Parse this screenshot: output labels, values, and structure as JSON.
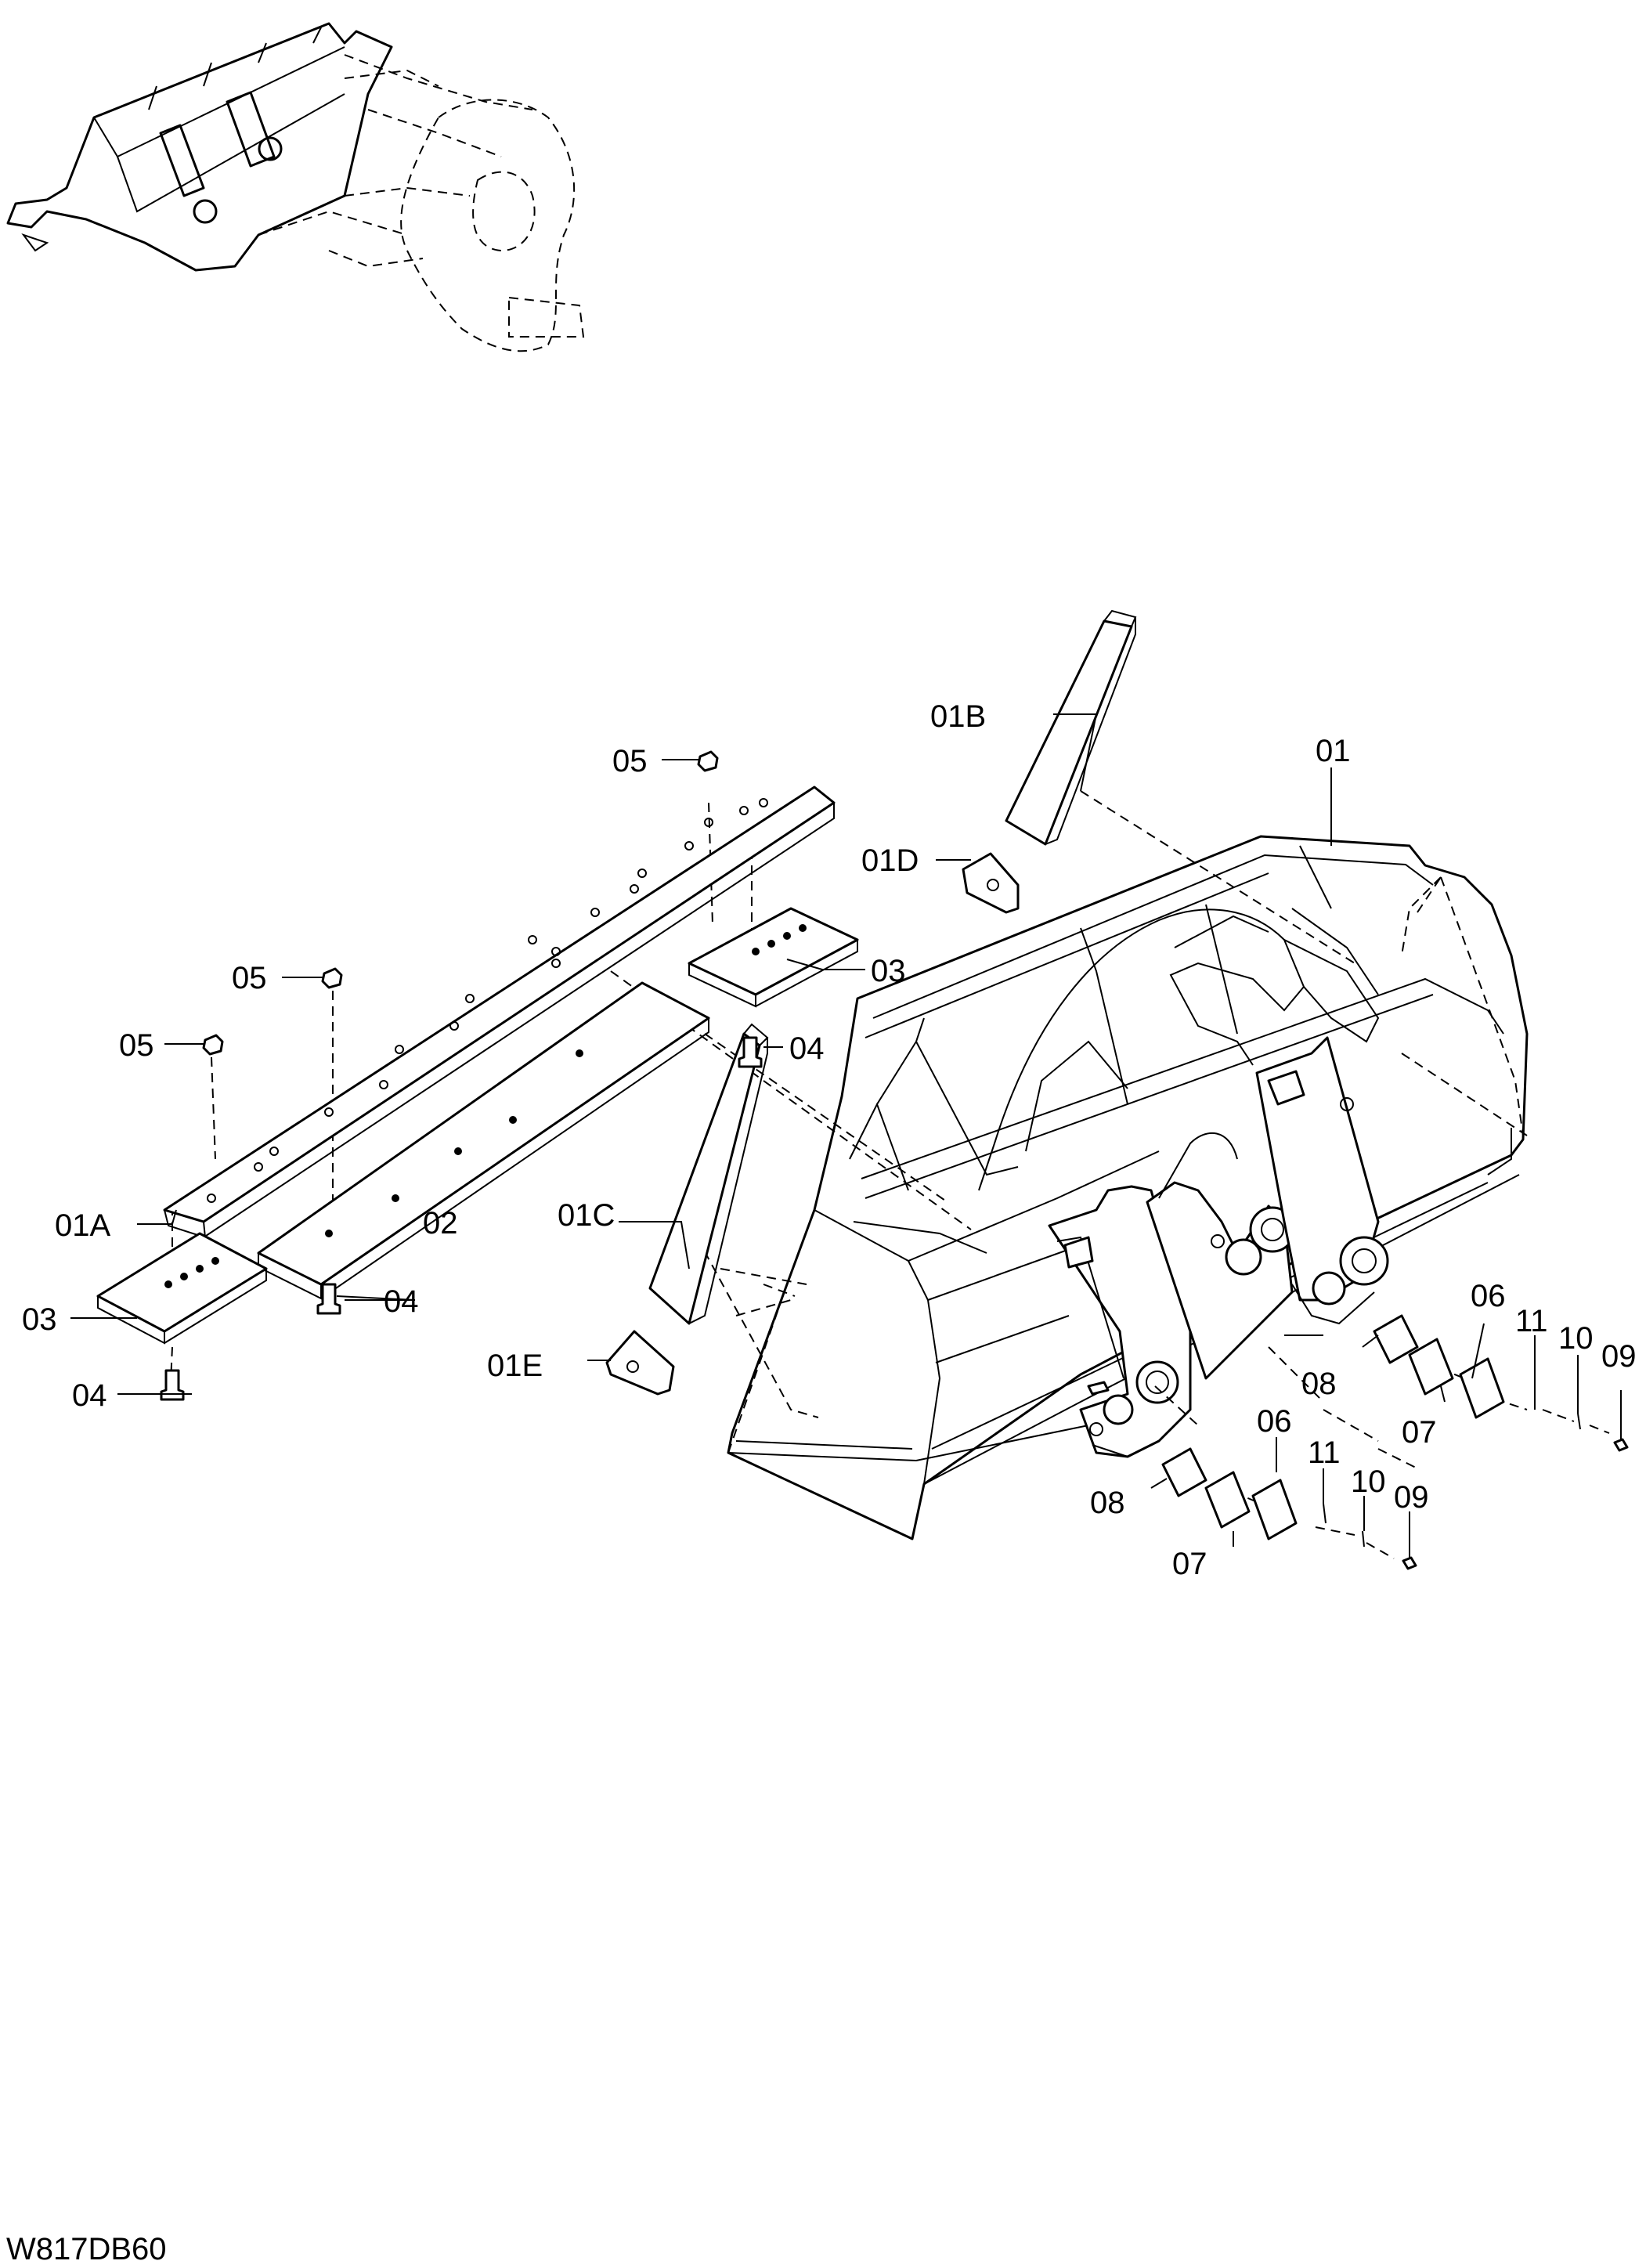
{
  "drawing_code": "W817DB60",
  "labels": {
    "p01": "01",
    "p01A": "01A",
    "p01B": "01B",
    "p01C": "01C",
    "p01D": "01D",
    "p01E": "01E",
    "p02": "02",
    "p03": "03",
    "p04": "04",
    "p05": "05",
    "p06": "06",
    "p07": "07",
    "p08": "08",
    "p09": "09",
    "p10": "10",
    "p11": "11"
  }
}
